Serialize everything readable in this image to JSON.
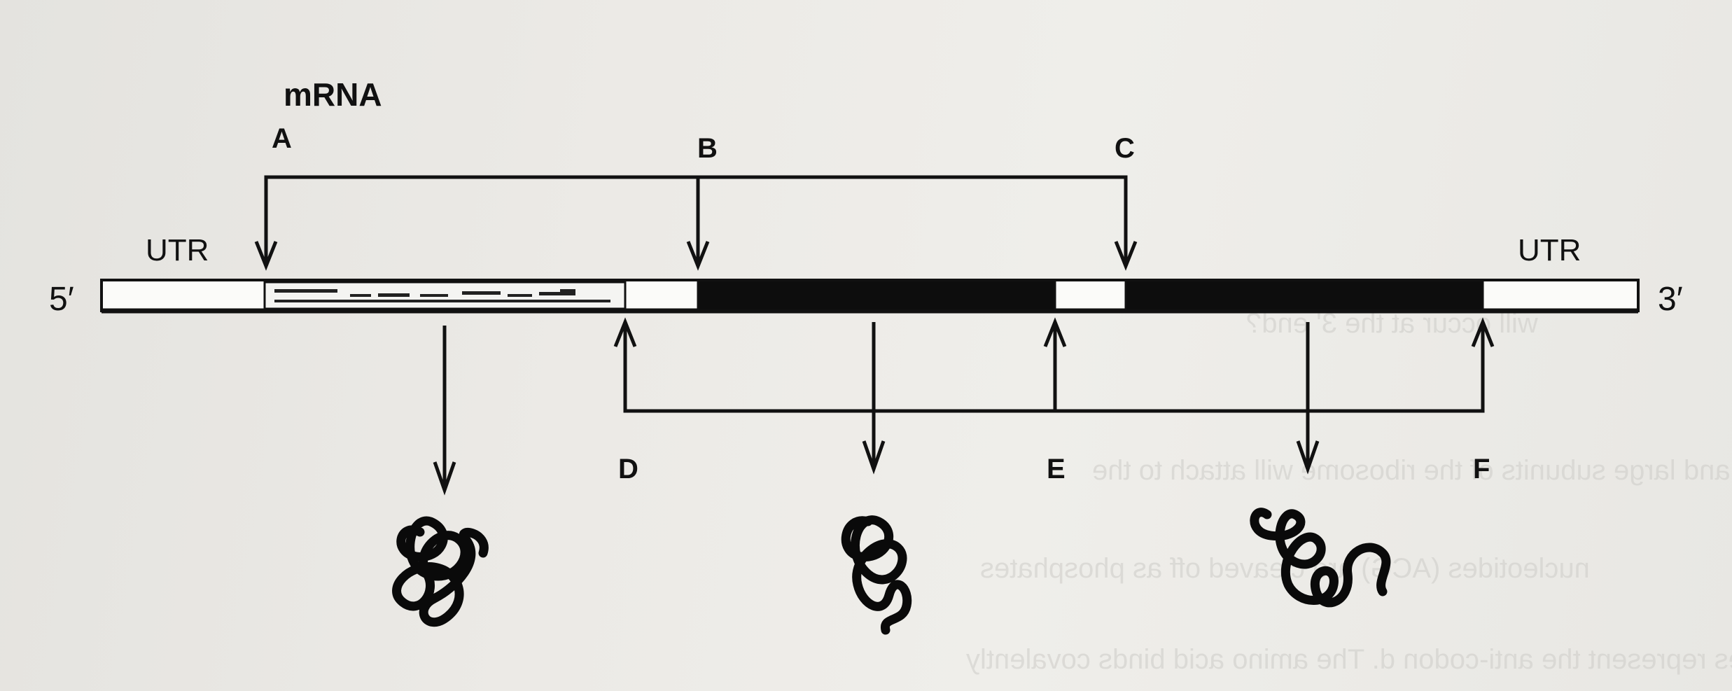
{
  "diagram": {
    "title": "mRNA",
    "end_5": "5′",
    "end_3": "3′",
    "utr_left": "UTR",
    "utr_right": "UTR",
    "top_labels": [
      "A",
      "B",
      "C"
    ],
    "bottom_labels": [
      "D",
      "E",
      "F"
    ]
  },
  "background_text": [
    "will occur at the 3' end?",
    "and large subunits of the ribosome will attach to the",
    "nucleotides (ACG) are cleaved off as phosphates",
    "bases represent the anti-codon    d. The amino acid binds covalently"
  ]
}
